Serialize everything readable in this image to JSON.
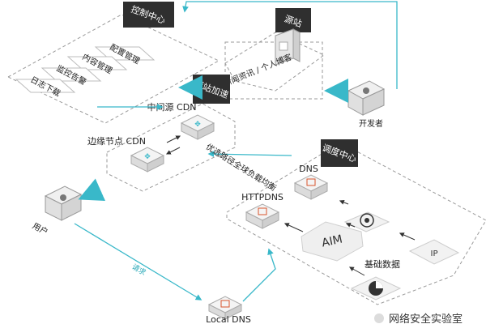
{
  "control_center": {
    "title": "控制中心",
    "items": [
      "配置管理",
      "内容管理",
      "监控告警",
      "日志下载"
    ]
  },
  "origin": {
    "title": "源站",
    "page_text": "新闻资讯 / 个人博客"
  },
  "developer": {
    "label": "开发者"
  },
  "origin_accel": {
    "title": "源站加速",
    "mid_cdn": "中间源 CDN",
    "edge_cdn": "边缘节点 CDN"
  },
  "route_note": "优选路径全球负载均衡",
  "scheduler": {
    "title": "调度中心",
    "dns": "DNS",
    "httpdns": "HTTPDNS",
    "aim": "AIM",
    "basic_data": "基础数据",
    "ip": "IP"
  },
  "user": {
    "label": "用户"
  },
  "request": "请求",
  "local_dns": "Local DNS",
  "watermark": "网络安全实验室",
  "colors": {
    "cyan": "#39b8c9",
    "dark": "#2f2f2f",
    "dash": "#9a9a9a",
    "red": "#d9542b"
  }
}
